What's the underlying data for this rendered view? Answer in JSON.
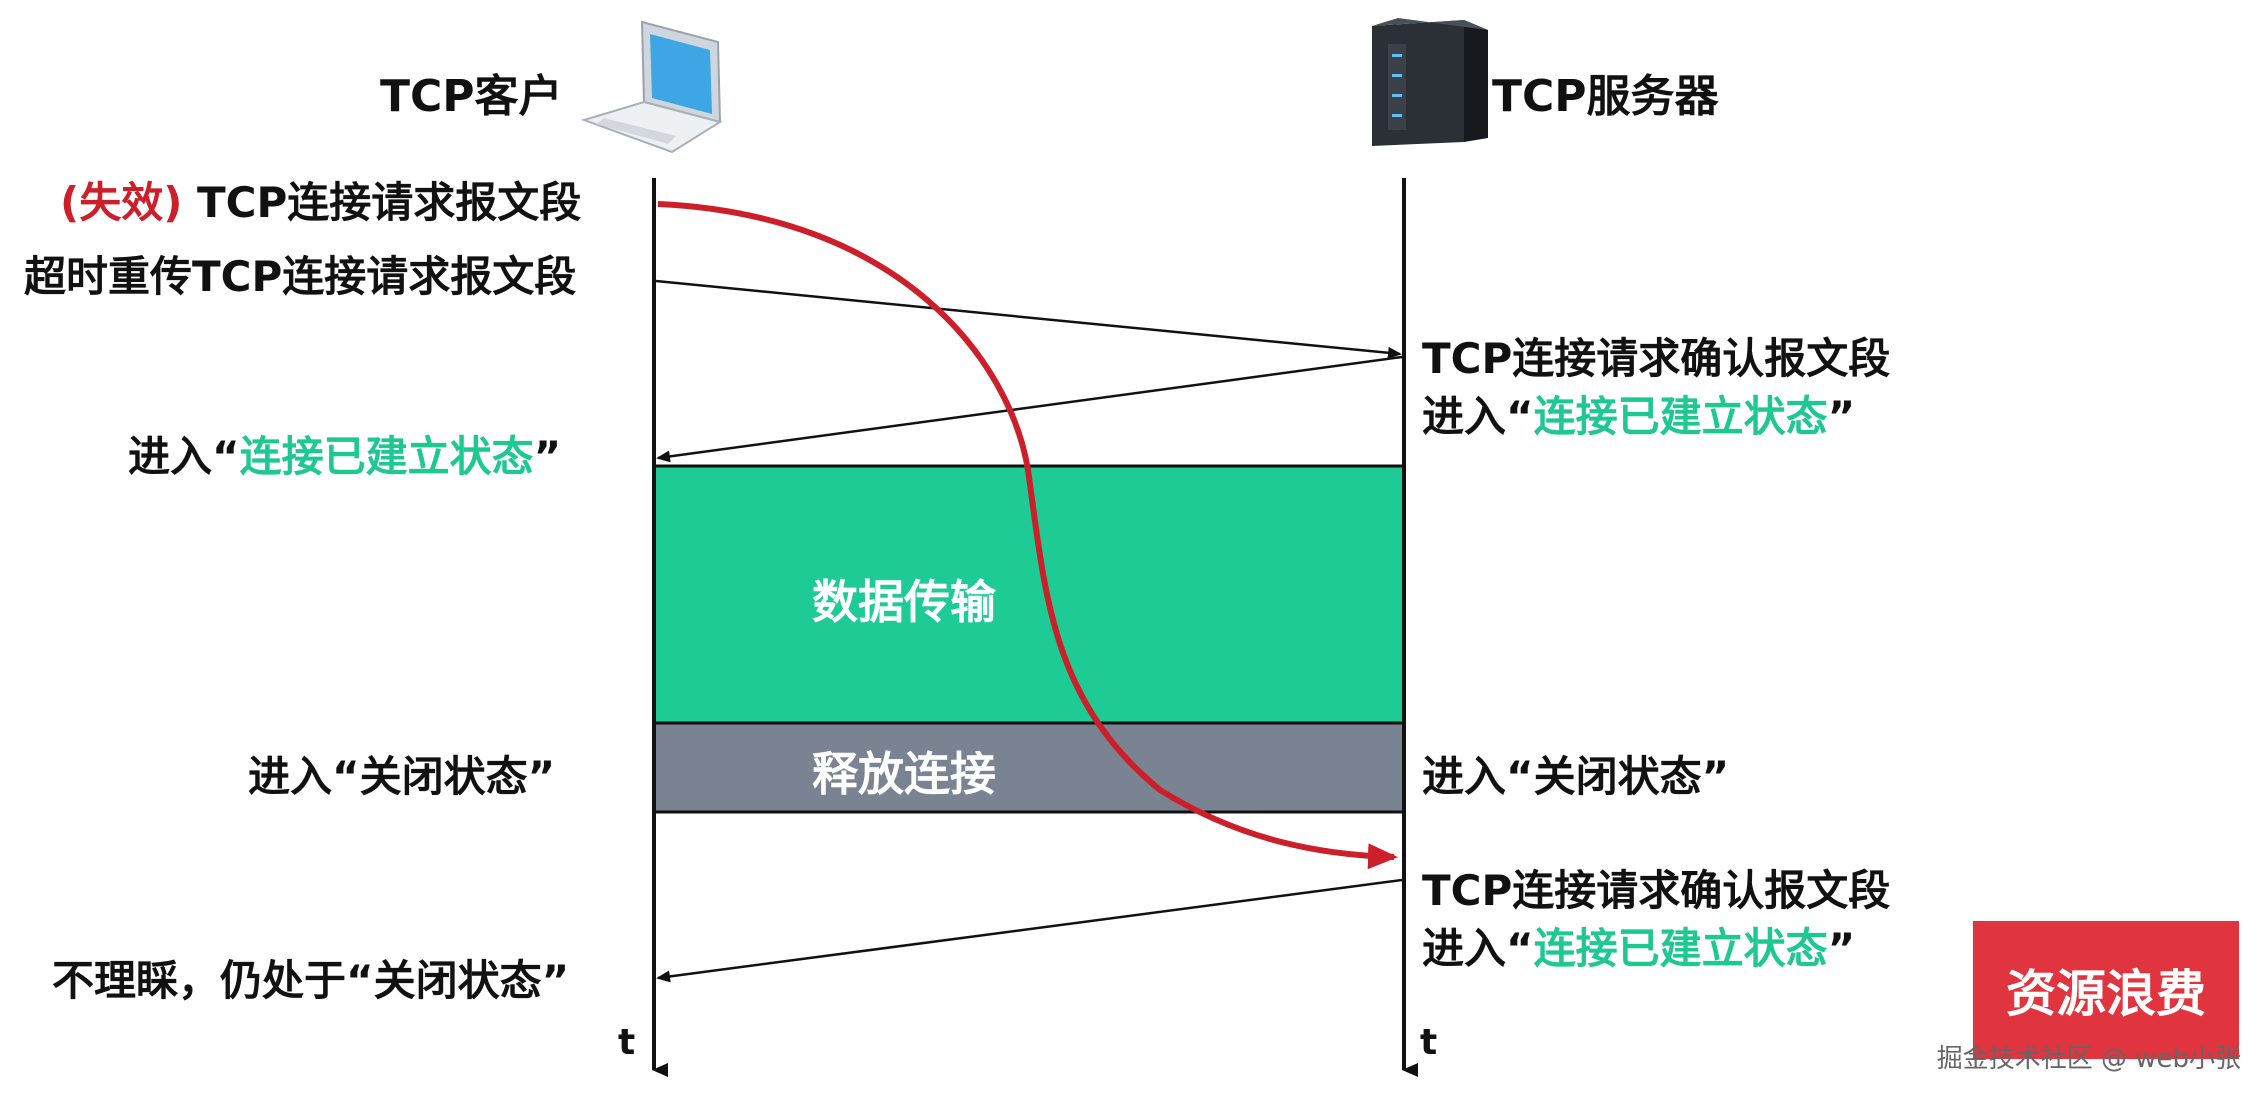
{
  "header": {
    "client": "TCP客户",
    "server": "TCP服务器"
  },
  "left_labels": {
    "invalid_prefix": "(失效)",
    "invalid_rest": " TCP连接请求报文段",
    "retransmit": "超时重传TCP连接请求报文段",
    "established_prefix": "进入“",
    "established_state": "连接已建立状态",
    "established_suffix": "”",
    "closed": "进入“关闭状态”",
    "ignore": "不理睬，仍处于“关闭状态”"
  },
  "right_labels": {
    "ack1": "TCP连接请求确认报文段",
    "est1_prefix": "进入“",
    "est1_state": "连接已建立状态",
    "est1_suffix": "”",
    "closed": "进入“关闭状态”",
    "ack2": "TCP连接请求确认报文段",
    "est2_prefix": "进入“",
    "est2_state": "连接已建立状态",
    "est2_suffix": "”"
  },
  "boxes": {
    "data_transfer": "数据传输",
    "release": "释放连接"
  },
  "time_axis": {
    "left": "t",
    "right": "t"
  },
  "badge": "资源浪费",
  "watermark": "掘金技术社区 @ web小张",
  "colors": {
    "data_box": "#1ecb95",
    "release_box": "#7a8391",
    "invalid_arrow": "#cc1f2a",
    "green_text": "#1ec891",
    "badge": "#e0343f"
  },
  "icons": {
    "client": "laptop-icon",
    "server": "server-tower-icon"
  }
}
